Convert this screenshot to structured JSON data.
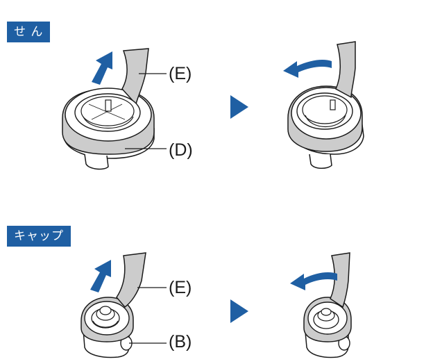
{
  "sections": [
    {
      "title": "せ ん",
      "labels": {
        "upper": "(E)",
        "lower": "(D)"
      }
    },
    {
      "title": "キャップ",
      "labels": {
        "upper": "(E)",
        "lower": "(B)"
      }
    }
  ],
  "colors": {
    "badge": "#1f5fa3",
    "arrow": "#1f5fa3",
    "wrench": "#cccccc",
    "outline": "#1a1a1a"
  }
}
